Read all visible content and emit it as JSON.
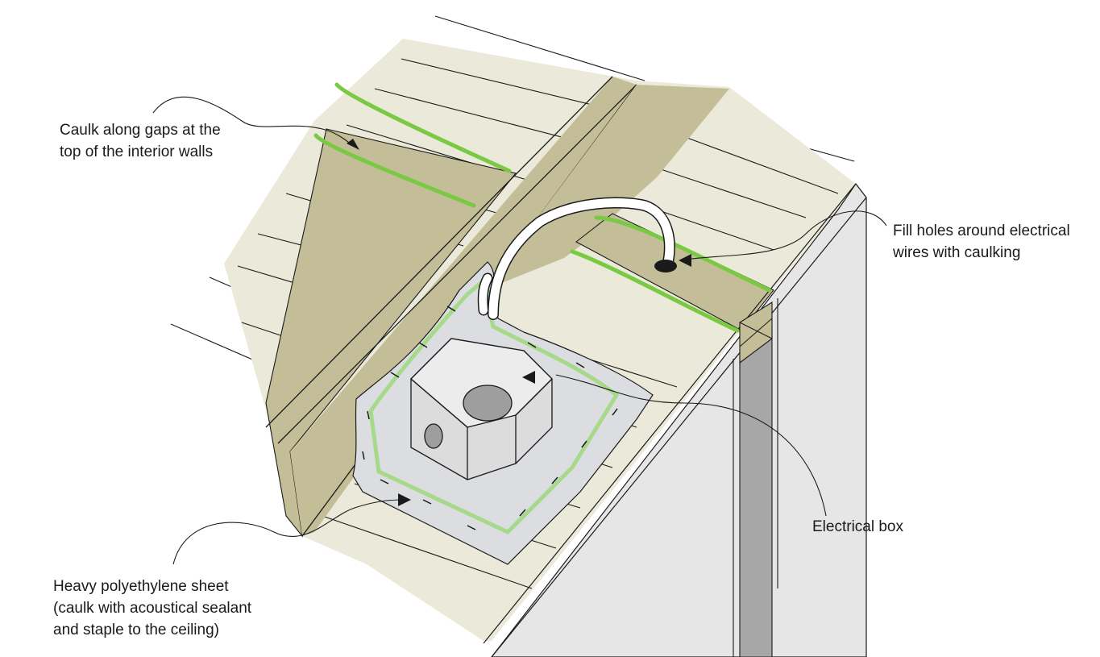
{
  "labels": {
    "caulk_walls": {
      "line1": "Caulk along gaps at the",
      "line2": "top of the interior walls"
    },
    "fill_holes": {
      "line1": "Fill holes around electrical",
      "line2": "wires with caulking"
    },
    "electrical_box": {
      "line1": "Electrical box"
    },
    "poly_sheet": {
      "line1": "Heavy polyethylene sheet",
      "line2": "(caulk with acoustical sealant",
      "line3": "and staple to the ceiling)"
    }
  },
  "colors": {
    "joist_face": "#ebe9d9",
    "top_plate": "#c3bd98",
    "caulk_green": "#7ac943",
    "caulk_light": "#a6d98a",
    "poly_sheet": "#dcdde0",
    "box_gray": "#dcdcdc",
    "knockout": "#9e9e9e",
    "wall_gray": "#e6e6e6",
    "stud_gray": "#a7a7a7",
    "line": "#1a1a1a"
  }
}
